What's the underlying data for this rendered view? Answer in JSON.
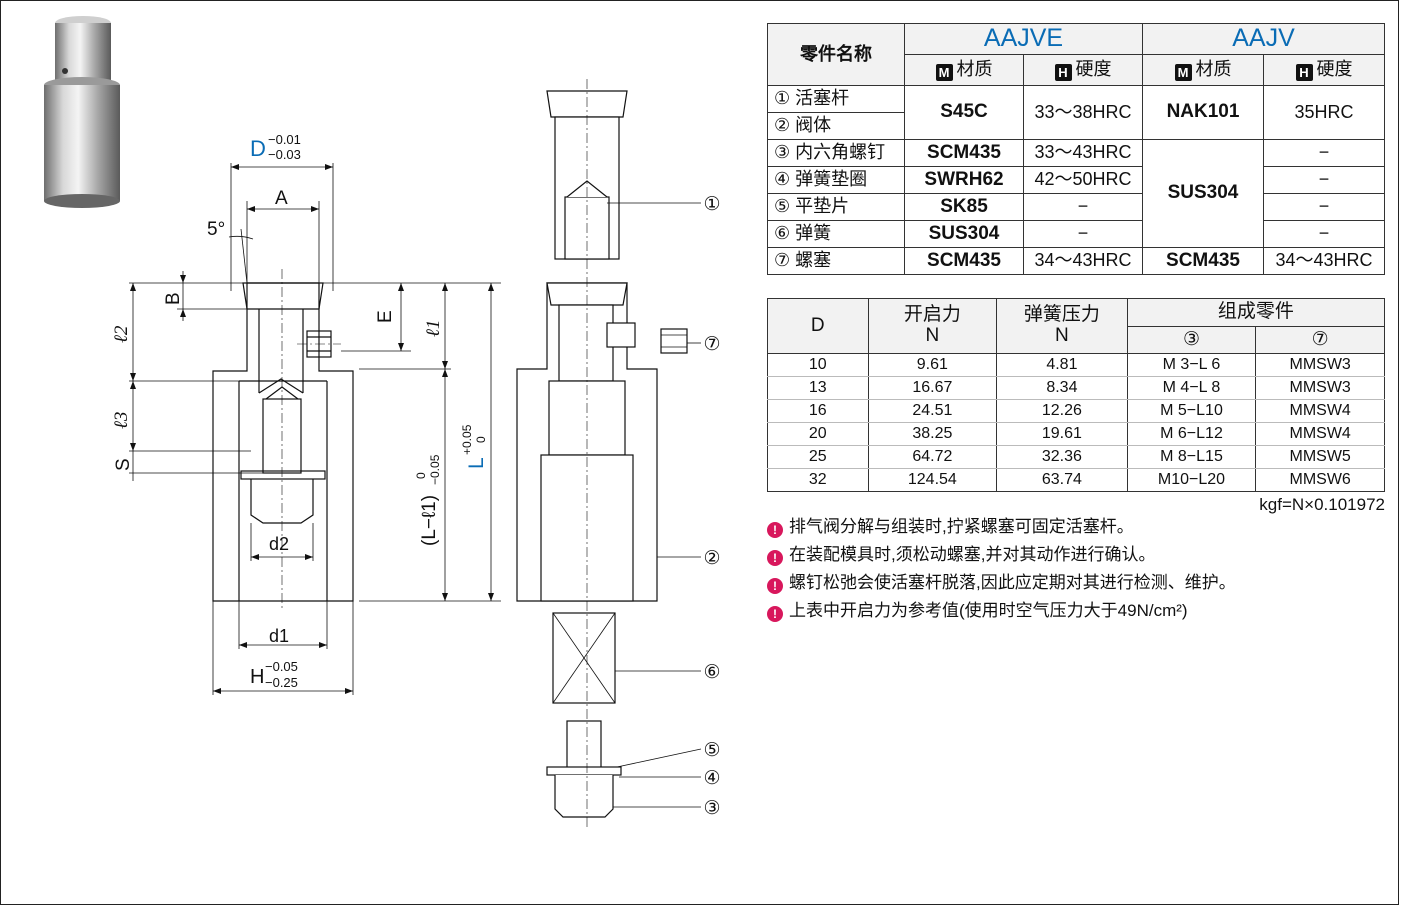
{
  "drawing": {
    "dims": {
      "D": "D",
      "D_tol_upper": "−0.01",
      "D_tol_lower": "−0.03",
      "A": "A",
      "angle": "5°",
      "B": "B",
      "E": "E",
      "l1": "ℓ1",
      "l2": "ℓ2",
      "l3": "ℓ3",
      "S": "S",
      "L_minus_l1": "(L−ℓ1)",
      "L_minus_l1_tol_upper": "0",
      "L_minus_l1_tol_lower": "−0.05",
      "L": "L",
      "L_tol_upper": "+0.05",
      "L_tol_lower": "0",
      "d2": "d2",
      "d1": "d1",
      "H": "H",
      "H_tol_upper": "−0.05",
      "H_tol_lower": "−0.25"
    },
    "callouts": [
      "①",
      "⑦",
      "②",
      "⑥",
      "⑤",
      "④",
      "③"
    ]
  },
  "materials": {
    "part_header": "零件名称",
    "series": [
      "AAJVE",
      "AAJV"
    ],
    "sub_headers": {
      "material_mark": "M",
      "material": "材质",
      "hardness_mark": "H",
      "hardness": "硬度"
    },
    "parts": [
      "① 活塞杆",
      "② 阀体",
      "③ 内六角螺钉",
      "④ 弹簧垫圈",
      "⑤ 平垫片",
      "⑥ 弹簧",
      "⑦ 螺塞"
    ],
    "aajve": {
      "material": [
        "S45C",
        "SCM435",
        "SWRH62",
        "SK85",
        "SUS304",
        "SCM435"
      ],
      "hardness": [
        "33～38HRC",
        "33～43HRC",
        "42～50HRC",
        "−",
        "−",
        "34～43HRC"
      ]
    },
    "aajv": {
      "material": [
        "NAK101",
        "SUS304",
        "SCM435"
      ],
      "hardness": [
        "35HRC",
        "−",
        "−",
        "−",
        "−",
        "34～43HRC"
      ]
    }
  },
  "force_table": {
    "headers": {
      "d": "D",
      "open": "开启力",
      "open_unit": "N",
      "spring": "弹簧压力",
      "spring_unit": "N",
      "parts": "组成零件",
      "col3": "③",
      "col7": "⑦"
    },
    "rows": [
      [
        "10",
        "9.61",
        "4.81",
        "M  3−L  6",
        "MMSW3"
      ],
      [
        "13",
        "16.67",
        "8.34",
        "M  4−L  8",
        "MMSW3"
      ],
      [
        "16",
        "24.51",
        "12.26",
        "M  5−L10",
        "MMSW4"
      ],
      [
        "20",
        "38.25",
        "19.61",
        "M  6−L12",
        "MMSW4"
      ],
      [
        "25",
        "64.72",
        "32.36",
        "M  8−L15",
        "MMSW5"
      ],
      [
        "32",
        "124.54",
        "63.74",
        "M10−L20",
        "MMSW6"
      ]
    ]
  },
  "kgf_note": "kgf=N×0.101972",
  "notes": [
    "排气阀分解与组装时,拧紧螺塞可固定活塞杆。",
    "在装配模具时,须松动螺塞,并对其动作进行确认。",
    "螺钉松弛会使活塞杆脱落,因此应定期对其进行检测、维护。",
    "上表中开启力为参考值(使用时空气压力大于49N/cm²)"
  ],
  "colors": {
    "accent_blue": "#0a6cb5",
    "note_icon": "#d8175c"
  }
}
